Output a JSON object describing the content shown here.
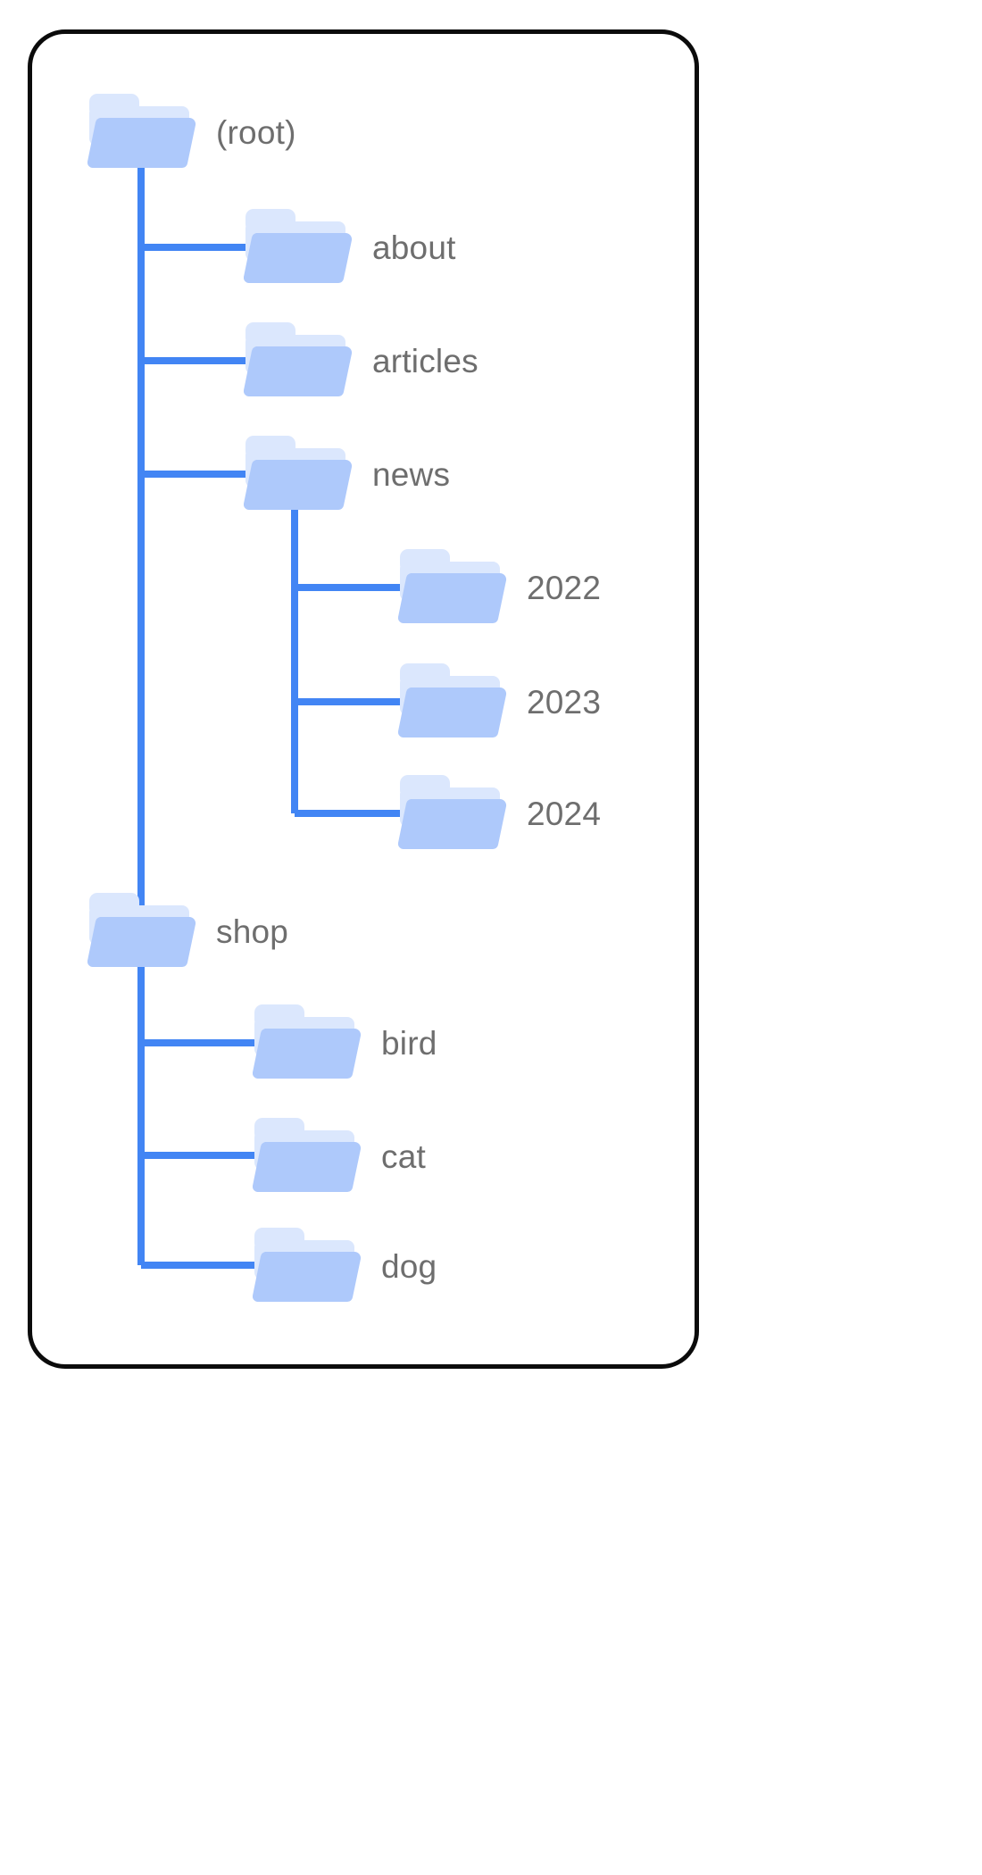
{
  "diagram": {
    "type": "folder-tree",
    "title": "",
    "colors": {
      "card_border": "#0b0b0b",
      "background": "#ffffff",
      "connector": "#4285f4",
      "folder_front": "#aec9fb",
      "folder_mid": "#c7dafd",
      "folder_back": "#dbe7fd",
      "label_text": "#6e6e6e"
    },
    "nodes": [
      {
        "id": "root",
        "label": "(root)",
        "depth": 0,
        "icon": "folder-icon",
        "parent": null,
        "size": "large"
      },
      {
        "id": "about",
        "label": "about",
        "depth": 1,
        "icon": "folder-icon",
        "parent": "root",
        "size": "large"
      },
      {
        "id": "articles",
        "label": "articles",
        "depth": 1,
        "icon": "folder-icon",
        "parent": "root",
        "size": "large"
      },
      {
        "id": "news",
        "label": "news",
        "depth": 1,
        "icon": "folder-icon",
        "parent": "root",
        "size": "large"
      },
      {
        "id": "y2022",
        "label": "2022",
        "depth": 2,
        "icon": "folder-icon",
        "parent": "news",
        "size": "large"
      },
      {
        "id": "y2023",
        "label": "2023",
        "depth": 2,
        "icon": "folder-icon",
        "parent": "news",
        "size": "large"
      },
      {
        "id": "y2024",
        "label": "2024",
        "depth": 2,
        "icon": "folder-icon",
        "parent": "news",
        "size": "large"
      },
      {
        "id": "shop",
        "label": "shop",
        "depth": 1,
        "icon": "folder-icon",
        "parent": "root",
        "size": "large"
      },
      {
        "id": "bird",
        "label": "bird",
        "depth": 2,
        "icon": "folder-icon",
        "parent": "shop",
        "size": "large"
      },
      {
        "id": "cat",
        "label": "cat",
        "depth": 2,
        "icon": "folder-icon",
        "parent": "shop",
        "size": "large"
      },
      {
        "id": "dog",
        "label": "dog",
        "depth": 2,
        "icon": "folder-icon",
        "parent": "shop",
        "size": "large"
      }
    ]
  },
  "labels": {
    "root": "(root)",
    "about": "about",
    "articles": "articles",
    "news": "news",
    "y2022": "2022",
    "y2023": "2023",
    "y2024": "2024",
    "shop": "shop",
    "bird": "bird",
    "cat": "cat",
    "dog": "dog"
  }
}
